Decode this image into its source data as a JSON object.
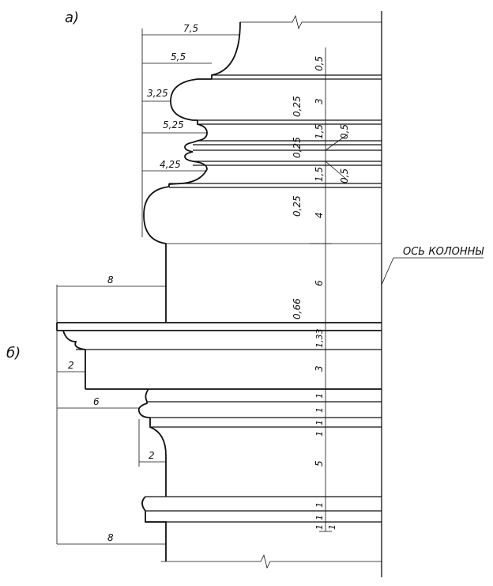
{
  "panel_labels": {
    "a": "а)",
    "b": "б)"
  },
  "axis_label": "ОСЬ КОЛОННЫ",
  "capital_dims": {
    "horizontal": [
      "7,5",
      "5,5",
      "3,25",
      "5,25",
      "4,25",
      "8"
    ],
    "vertical": [
      "0,5",
      "3",
      "0,25",
      "1,5",
      "0,5",
      "0,25",
      "1,5",
      "0,5",
      "0,25",
      "4",
      "6",
      "0,66"
    ]
  },
  "base_dims": {
    "horizontal": [
      "2",
      "6",
      "2",
      "8"
    ],
    "vertical": [
      "1,33",
      "3",
      "1",
      "1",
      "1",
      "1",
      "5",
      "1",
      "1",
      "1",
      "1"
    ]
  }
}
